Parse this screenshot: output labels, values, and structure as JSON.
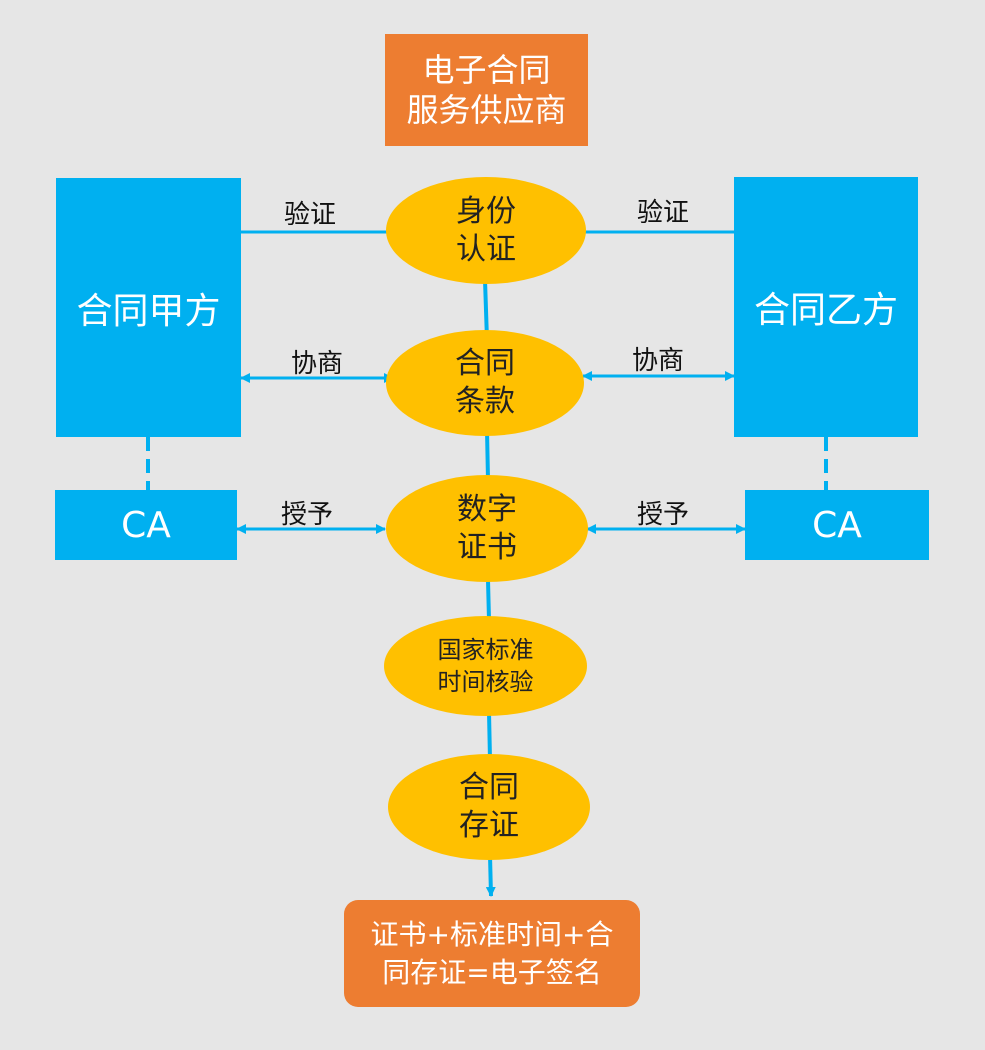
{
  "provider": "电子合同\n服务供应商",
  "party_a": "合同甲方",
  "party_b": "合同乙方",
  "ca_left": "CA",
  "ca_right": "CA",
  "steps": {
    "identity": "身份\n认证",
    "terms": "合同\n条款",
    "certificate": "数字\n证书",
    "timestamp": "国家标准\n时间核验",
    "storage": "合同\n存证"
  },
  "edge_labels": {
    "verify_left": "验证",
    "verify_right": "验证",
    "negotiate_left": "协商",
    "negotiate_right": "协商",
    "grant_left": "授予",
    "grant_right": "授予"
  },
  "result": "证书+标准时间+合\n同存证=电子签名",
  "colors": {
    "background": "#e6e6e6",
    "orange": "#ed7d31",
    "blue": "#00b0f0",
    "yellow": "#ffc000",
    "line": "#00b0f0"
  }
}
